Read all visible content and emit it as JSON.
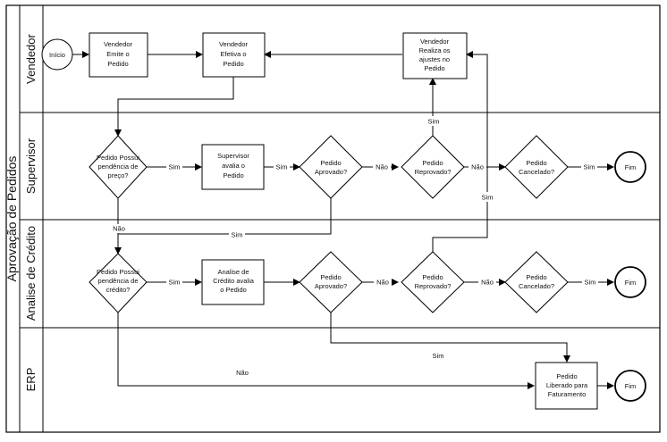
{
  "pool": {
    "title": "Aprovação de Pedidos"
  },
  "lanes": {
    "vendedor": "Vendedor",
    "supervisor": "Supervisor",
    "credito": "Analise de Crédito",
    "erp": "ERP"
  },
  "nodes": {
    "inicio": "Início",
    "emite": [
      "Vendedor",
      "Emite o",
      "Pedido"
    ],
    "efetiva": [
      "Vendedor",
      "Efetiva o",
      "Pedido"
    ],
    "ajustes": [
      "Vendedor",
      "Realiza os",
      "ajustes no",
      "Pedido"
    ],
    "pend_preco": [
      "Pedido Possui",
      "pendência de",
      "preço?"
    ],
    "sup_avalia": [
      "Supervisor",
      "avalia o",
      "Pedido"
    ],
    "sup_aprovado": [
      "Pedido",
      "Aprovado?"
    ],
    "sup_reprovado": [
      "Pedido",
      "Reprovado?"
    ],
    "sup_cancelado": [
      "Pedido",
      "Cancelado?"
    ],
    "sup_fim": "Fim",
    "pend_credito": [
      "Pedido Possui",
      "pendência de",
      "crédito?"
    ],
    "cred_avalia": [
      "Analise de",
      "Crédito avalia",
      "o Pedido"
    ],
    "cred_aprovado": [
      "Pedido",
      "Aprovado?"
    ],
    "cred_reprovado": [
      "Pedido",
      "Reprovado?"
    ],
    "cred_cancelado": [
      "Pedido",
      "Cancelado?"
    ],
    "cred_fim": "Fim",
    "liberado": [
      "Pedido",
      "Liberado para",
      "Faturamento"
    ],
    "erp_fim": "Fim"
  },
  "edge_labels": {
    "sim": "Sim",
    "nao": "Não"
  }
}
